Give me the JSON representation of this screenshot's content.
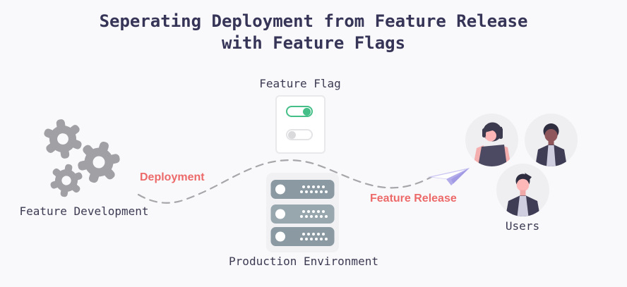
{
  "title": {
    "line1": "Seperating Deployment from Feature Release",
    "line2": "with Feature Flags"
  },
  "nodes": {
    "feature_development": {
      "label": "Feature Development",
      "icon": "gears-icon"
    },
    "feature_flag": {
      "label": "Feature Flag",
      "toggles": [
        {
          "state": "on"
        },
        {
          "state": "off"
        }
      ]
    },
    "production_environment": {
      "label": "Production Environment",
      "icon": "server-stack-icon",
      "servers": 3
    },
    "users": {
      "label": "Users",
      "avatars": 3
    }
  },
  "flows": {
    "deployment": {
      "label": "Deployment",
      "style": "dashed-curve"
    },
    "feature_release": {
      "label": "Feature Release",
      "icon": "paper-plane-icon",
      "style": "dashed-curve"
    }
  },
  "colors": {
    "background": "#f9f9fb",
    "title_text": "#363457",
    "label_text": "#3b3a52",
    "flow_label": "#ed6a6a",
    "toggle_on_green": "#45bf88",
    "toggle_off_gray": "#e4e4e7",
    "gear_gray": "#a0a0a5",
    "server_slate": "#8a99a2",
    "server_slate_light": "#98a6ae",
    "plane_lavender": "#b2acea",
    "dash_gray": "#a7a7ab",
    "avatar_circle_bg": "#efeff1"
  }
}
